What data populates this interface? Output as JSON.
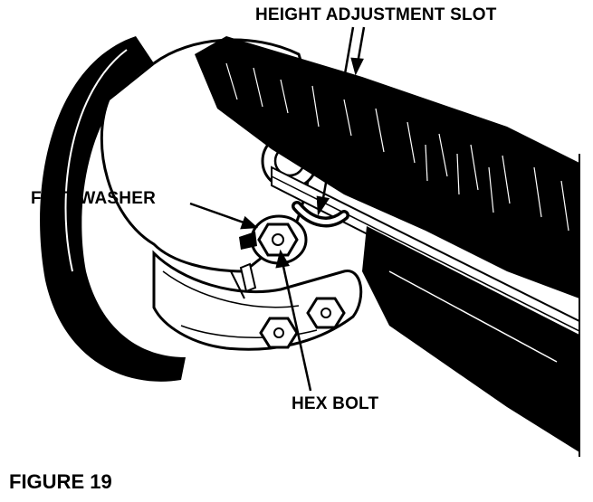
{
  "figure": {
    "caption": "FIGURE 19"
  },
  "callouts": {
    "height_adjustment_slot": "HEIGHT ADJUSTMENT SLOT",
    "flat_washer": "FLAT WASHER",
    "hex_bolt": "HEX BOLT"
  },
  "colors": {
    "ink": "#000000",
    "paper": "#ffffff"
  }
}
